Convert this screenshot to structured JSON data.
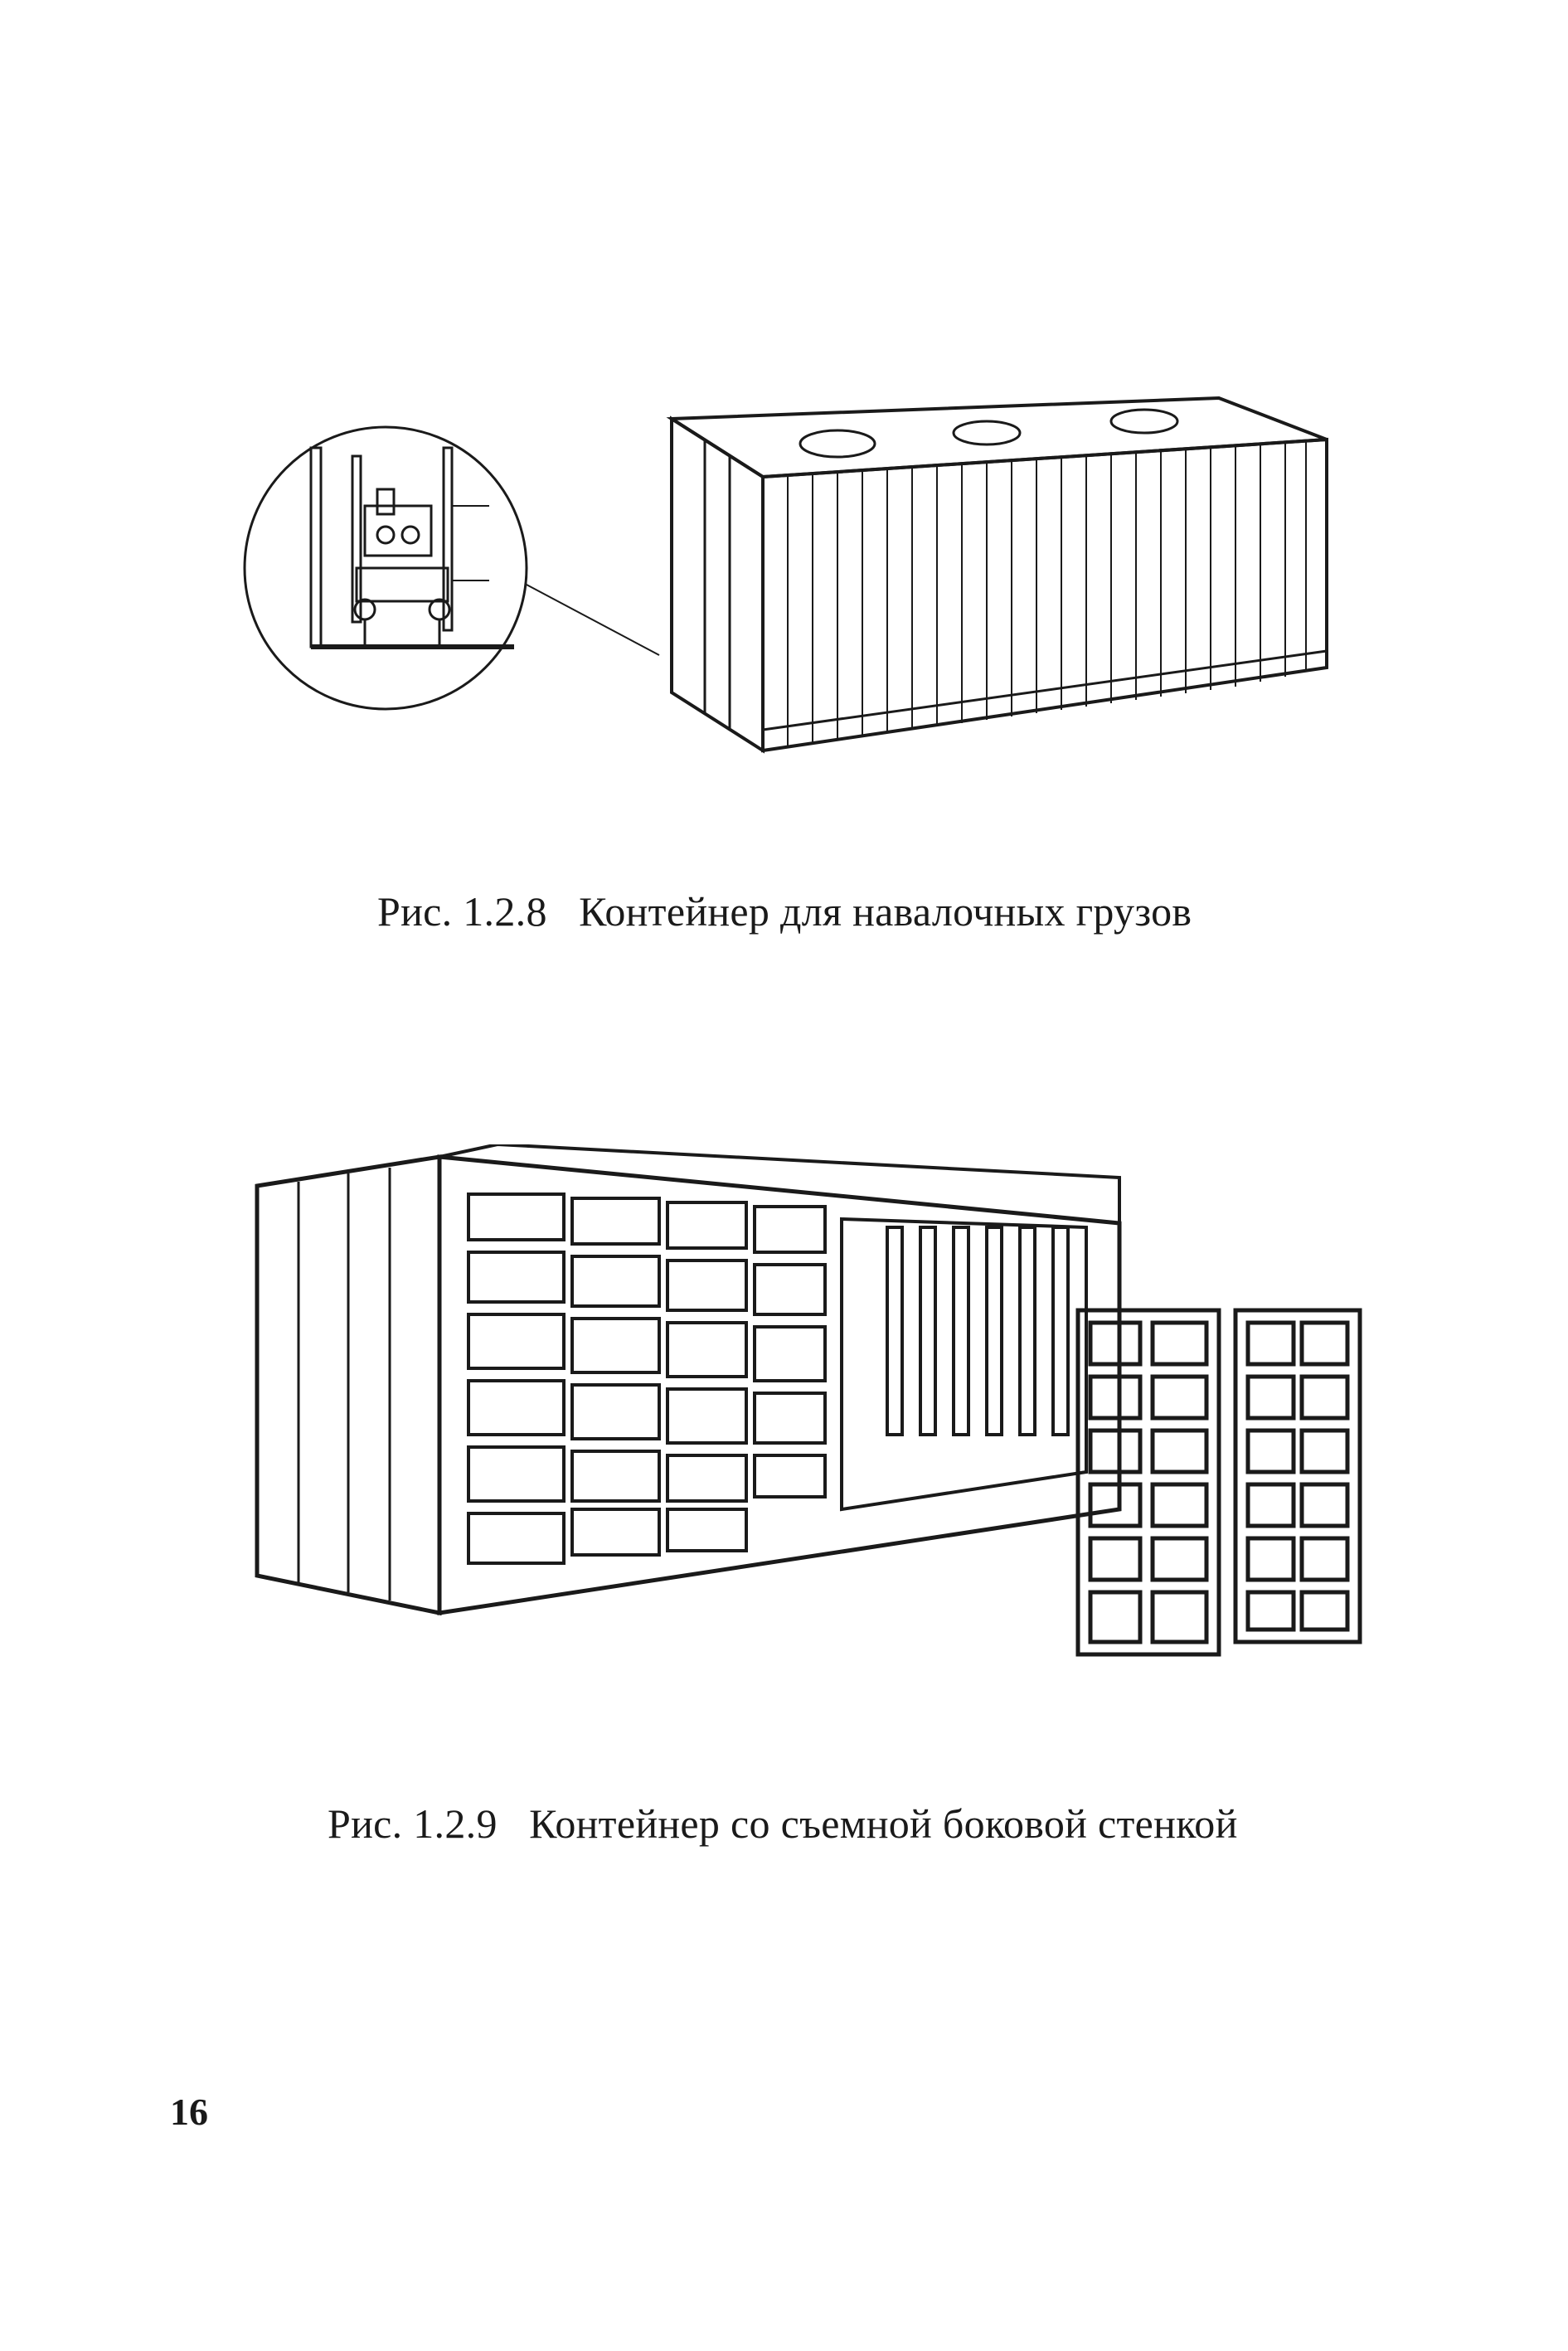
{
  "figures": [
    {
      "caption": "Рис. 1.2.8   Контейнер для навалочных грузов"
    },
    {
      "caption": "Рис. 1.2.9   Контейнер со съемной боковой стенкой"
    }
  ],
  "page_number": "16"
}
